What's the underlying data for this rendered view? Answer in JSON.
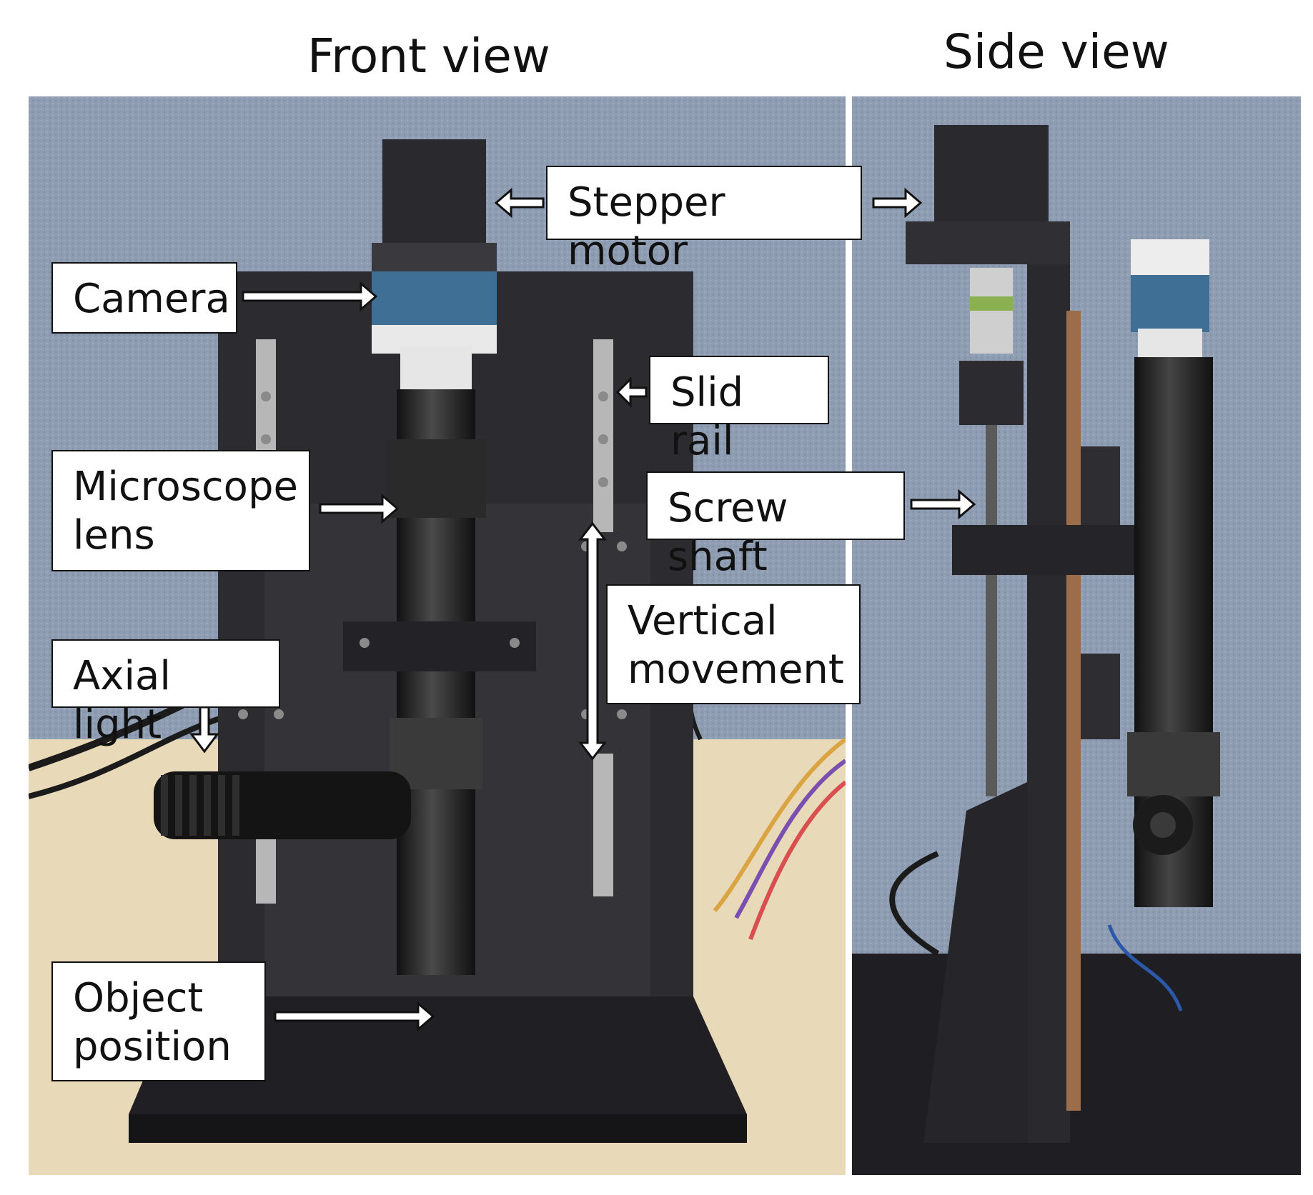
{
  "headings": {
    "front": "Front view",
    "side": "Side view"
  },
  "labels": {
    "stepper_motor": "Stepper motor",
    "camera": "Camera",
    "slid_rail": "Slid rail",
    "microscope_lens": "Microscope\nlens",
    "screw_shaft": "Screw shaft",
    "vertical_movement": "Vertical\nmovement",
    "axial_light": "Axial light",
    "object_position": "Object\nposition"
  },
  "colors": {
    "wall": "#8f9db2",
    "desk": "#e8d9b8",
    "apparatus": "#2c2c30",
    "camera_body": "#3f6f95",
    "rail": "#b7b7b7",
    "background": "#ffffff"
  }
}
